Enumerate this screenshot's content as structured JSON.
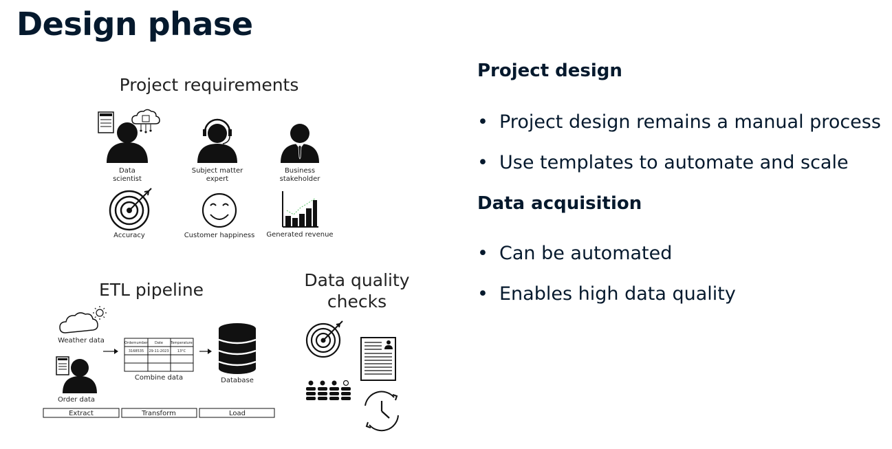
{
  "title": "Design phase",
  "right": {
    "sections": [
      {
        "heading": "Project design",
        "bullets": [
          "Project design remains a manual process",
          "Use templates to automate and scale"
        ]
      },
      {
        "heading": "Data acquisition",
        "bullets": [
          "Can be automated",
          "Enables high data quality"
        ]
      }
    ]
  },
  "diagram": {
    "requirements": {
      "title": "Project requirements",
      "roles": [
        {
          "line1": "Data",
          "line2": "scientist"
        },
        {
          "line1": "Subject matter",
          "line2": "expert"
        },
        {
          "line1": "Business",
          "line2": "stakeholder"
        }
      ],
      "metrics": [
        "Accuracy",
        "Customer happiness",
        "Generated revenue"
      ]
    },
    "etl": {
      "title": "ETL pipeline",
      "weather": "Weather data",
      "order": "Order data",
      "combine": "Combine data",
      "database": "Database",
      "table_headers": [
        "Ordernumber",
        "Date",
        "Temperature"
      ],
      "table_row": [
        "3168535",
        "29-11-2023",
        "13°C"
      ],
      "stages": [
        "Extract",
        "Transform",
        "Load"
      ]
    },
    "quality": {
      "title_line1": "Data quality",
      "title_line2": "checks"
    }
  }
}
